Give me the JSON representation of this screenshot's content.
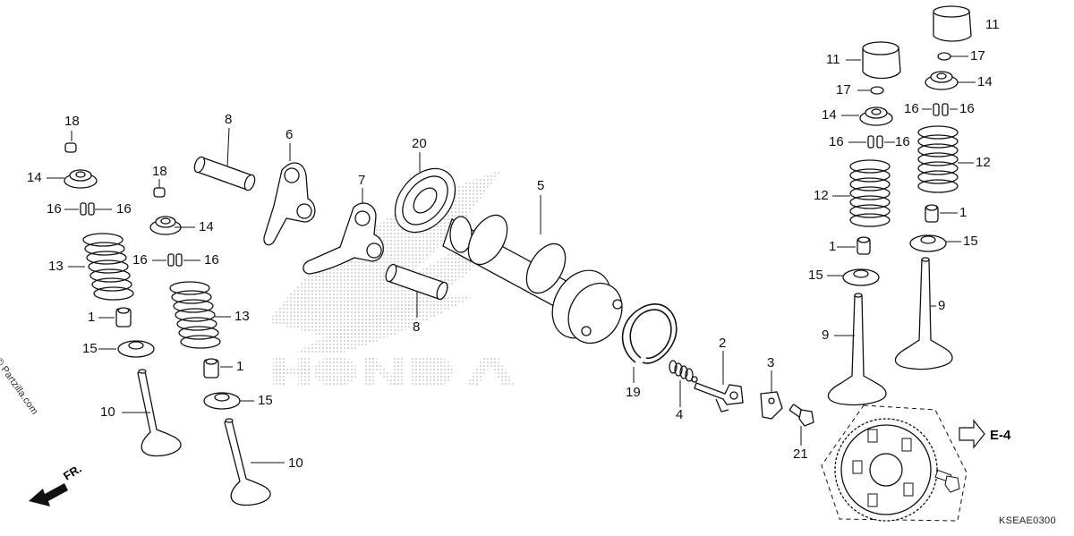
{
  "diagram": {
    "brand_watermark": "HONDA",
    "copyright_watermark": "© Partzilla.com",
    "direction_label": "FR.",
    "reference_label": "E-4",
    "diagram_code": "KSEAE0300",
    "callouts": {
      "c18a": "18",
      "c14a": "14",
      "c16a": "16",
      "c16b": "16",
      "c13a": "13",
      "c1a": "1",
      "c15a": "15",
      "c10a": "10",
      "c18b": "18",
      "c14b": "14",
      "c16c": "16",
      "c16d": "16",
      "c13b": "13",
      "c1b": "1",
      "c15b": "15",
      "c10b": "10",
      "c8a": "8",
      "c6": "6",
      "c7": "7",
      "c8b": "8",
      "c20": "20",
      "c5": "5",
      "c19": "19",
      "c4": "4",
      "c2": "2",
      "c3": "3",
      "c21": "21",
      "c11a": "11",
      "c17a": "17",
      "c14c": "14",
      "c16e": "16",
      "c12a": "12",
      "c1c": "1",
      "c15c": "15",
      "c9a": "9",
      "c11b": "11",
      "c17b": "17",
      "c14d": "14",
      "c16f": "16",
      "c16g": "16",
      "c12b": "12",
      "c1d": "1",
      "c15d": "15",
      "c9b": "9",
      "c16h": "16"
    }
  },
  "colors": {
    "line": "#111111",
    "dots": "#c9c9c9",
    "background": "#ffffff"
  }
}
